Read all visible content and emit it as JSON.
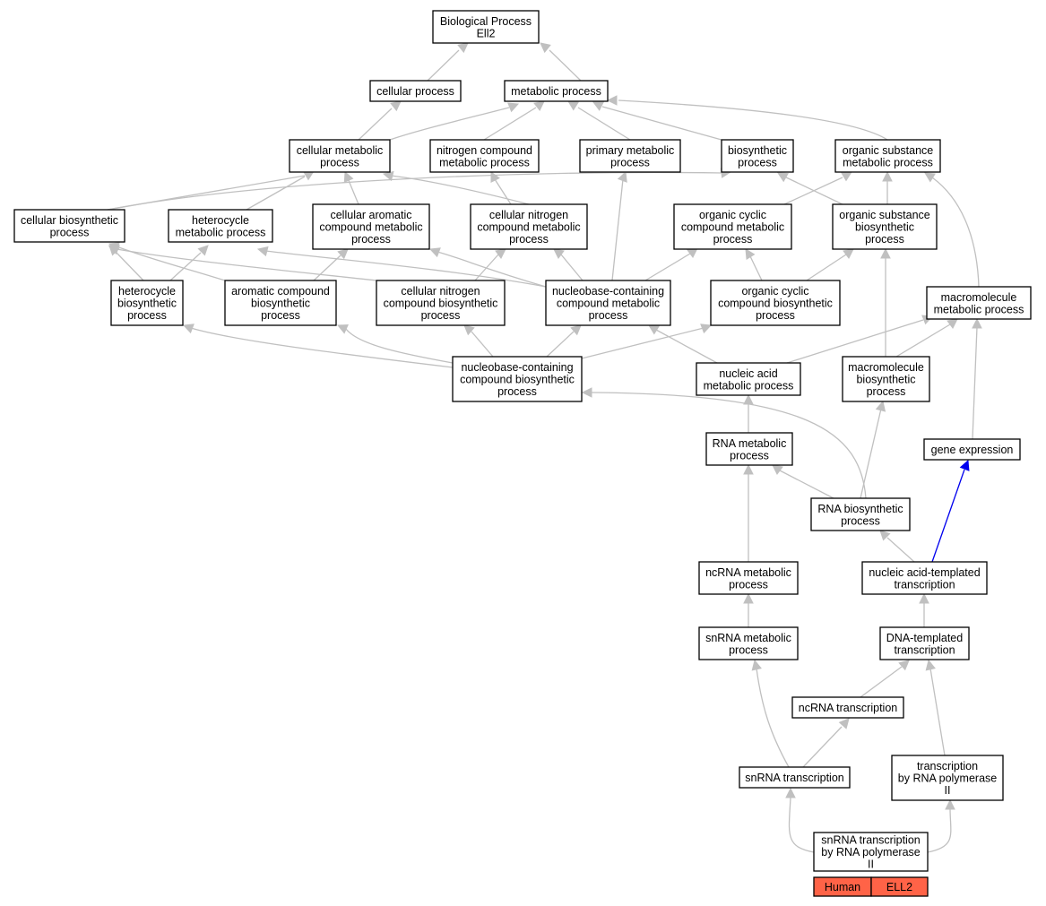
{
  "graph": {
    "root": {
      "lines": [
        "Biological Process",
        "Ell2"
      ]
    },
    "query": {
      "lines": [
        "snRNA transcription",
        "by RNA polymerase",
        "II"
      ],
      "tags": [
        "Human",
        "ELL2"
      ]
    },
    "terms": [
      [
        "cellular process"
      ],
      [
        "metabolic process"
      ],
      [
        "cellular metabolic",
        "process"
      ],
      [
        "nitrogen compound",
        "metabolic process"
      ],
      [
        "primary metabolic",
        "process"
      ],
      [
        "biosynthetic",
        "process"
      ],
      [
        "organic substance",
        "metabolic process"
      ],
      [
        "cellular biosynthetic",
        "process"
      ],
      [
        "heterocycle",
        "metabolic process"
      ],
      [
        "cellular aromatic",
        "compound metabolic",
        "process"
      ],
      [
        "cellular nitrogen",
        "compound metabolic",
        "process"
      ],
      [
        "organic cyclic",
        "compound metabolic",
        "process"
      ],
      [
        "organic substance",
        "biosynthetic",
        "process"
      ],
      [
        "heterocycle",
        "biosynthetic",
        "process"
      ],
      [
        "aromatic compound",
        "biosynthetic",
        "process"
      ],
      [
        "cellular nitrogen",
        "compound biosynthetic",
        "process"
      ],
      [
        "nucleobase-containing",
        "compound metabolic",
        "process"
      ],
      [
        "organic cyclic",
        "compound biosynthetic",
        "process"
      ],
      [
        "macromolecule",
        "metabolic process"
      ],
      [
        "nucleobase-containing",
        "compound biosynthetic",
        "process"
      ],
      [
        "nucleic acid",
        "metabolic process"
      ],
      [
        "macromolecule",
        "biosynthetic",
        "process"
      ],
      [
        "RNA metabolic",
        "process"
      ],
      [
        "gene expression"
      ],
      [
        "RNA biosynthetic",
        "process"
      ],
      [
        "ncRNA metabolic",
        "process"
      ],
      [
        "nucleic acid-templated",
        "transcription"
      ],
      [
        "snRNA metabolic",
        "process"
      ],
      [
        "DNA-templated",
        "transcription"
      ],
      [
        "ncRNA transcription"
      ],
      [
        "snRNA transcription"
      ],
      [
        "transcription",
        "by RNA polymerase",
        "II"
      ]
    ],
    "colors": {
      "edge": "#c0c0c0",
      "highlight_edge": "#0000ee",
      "tag_fill": "#ff6347",
      "node_border": "#000000"
    }
  }
}
